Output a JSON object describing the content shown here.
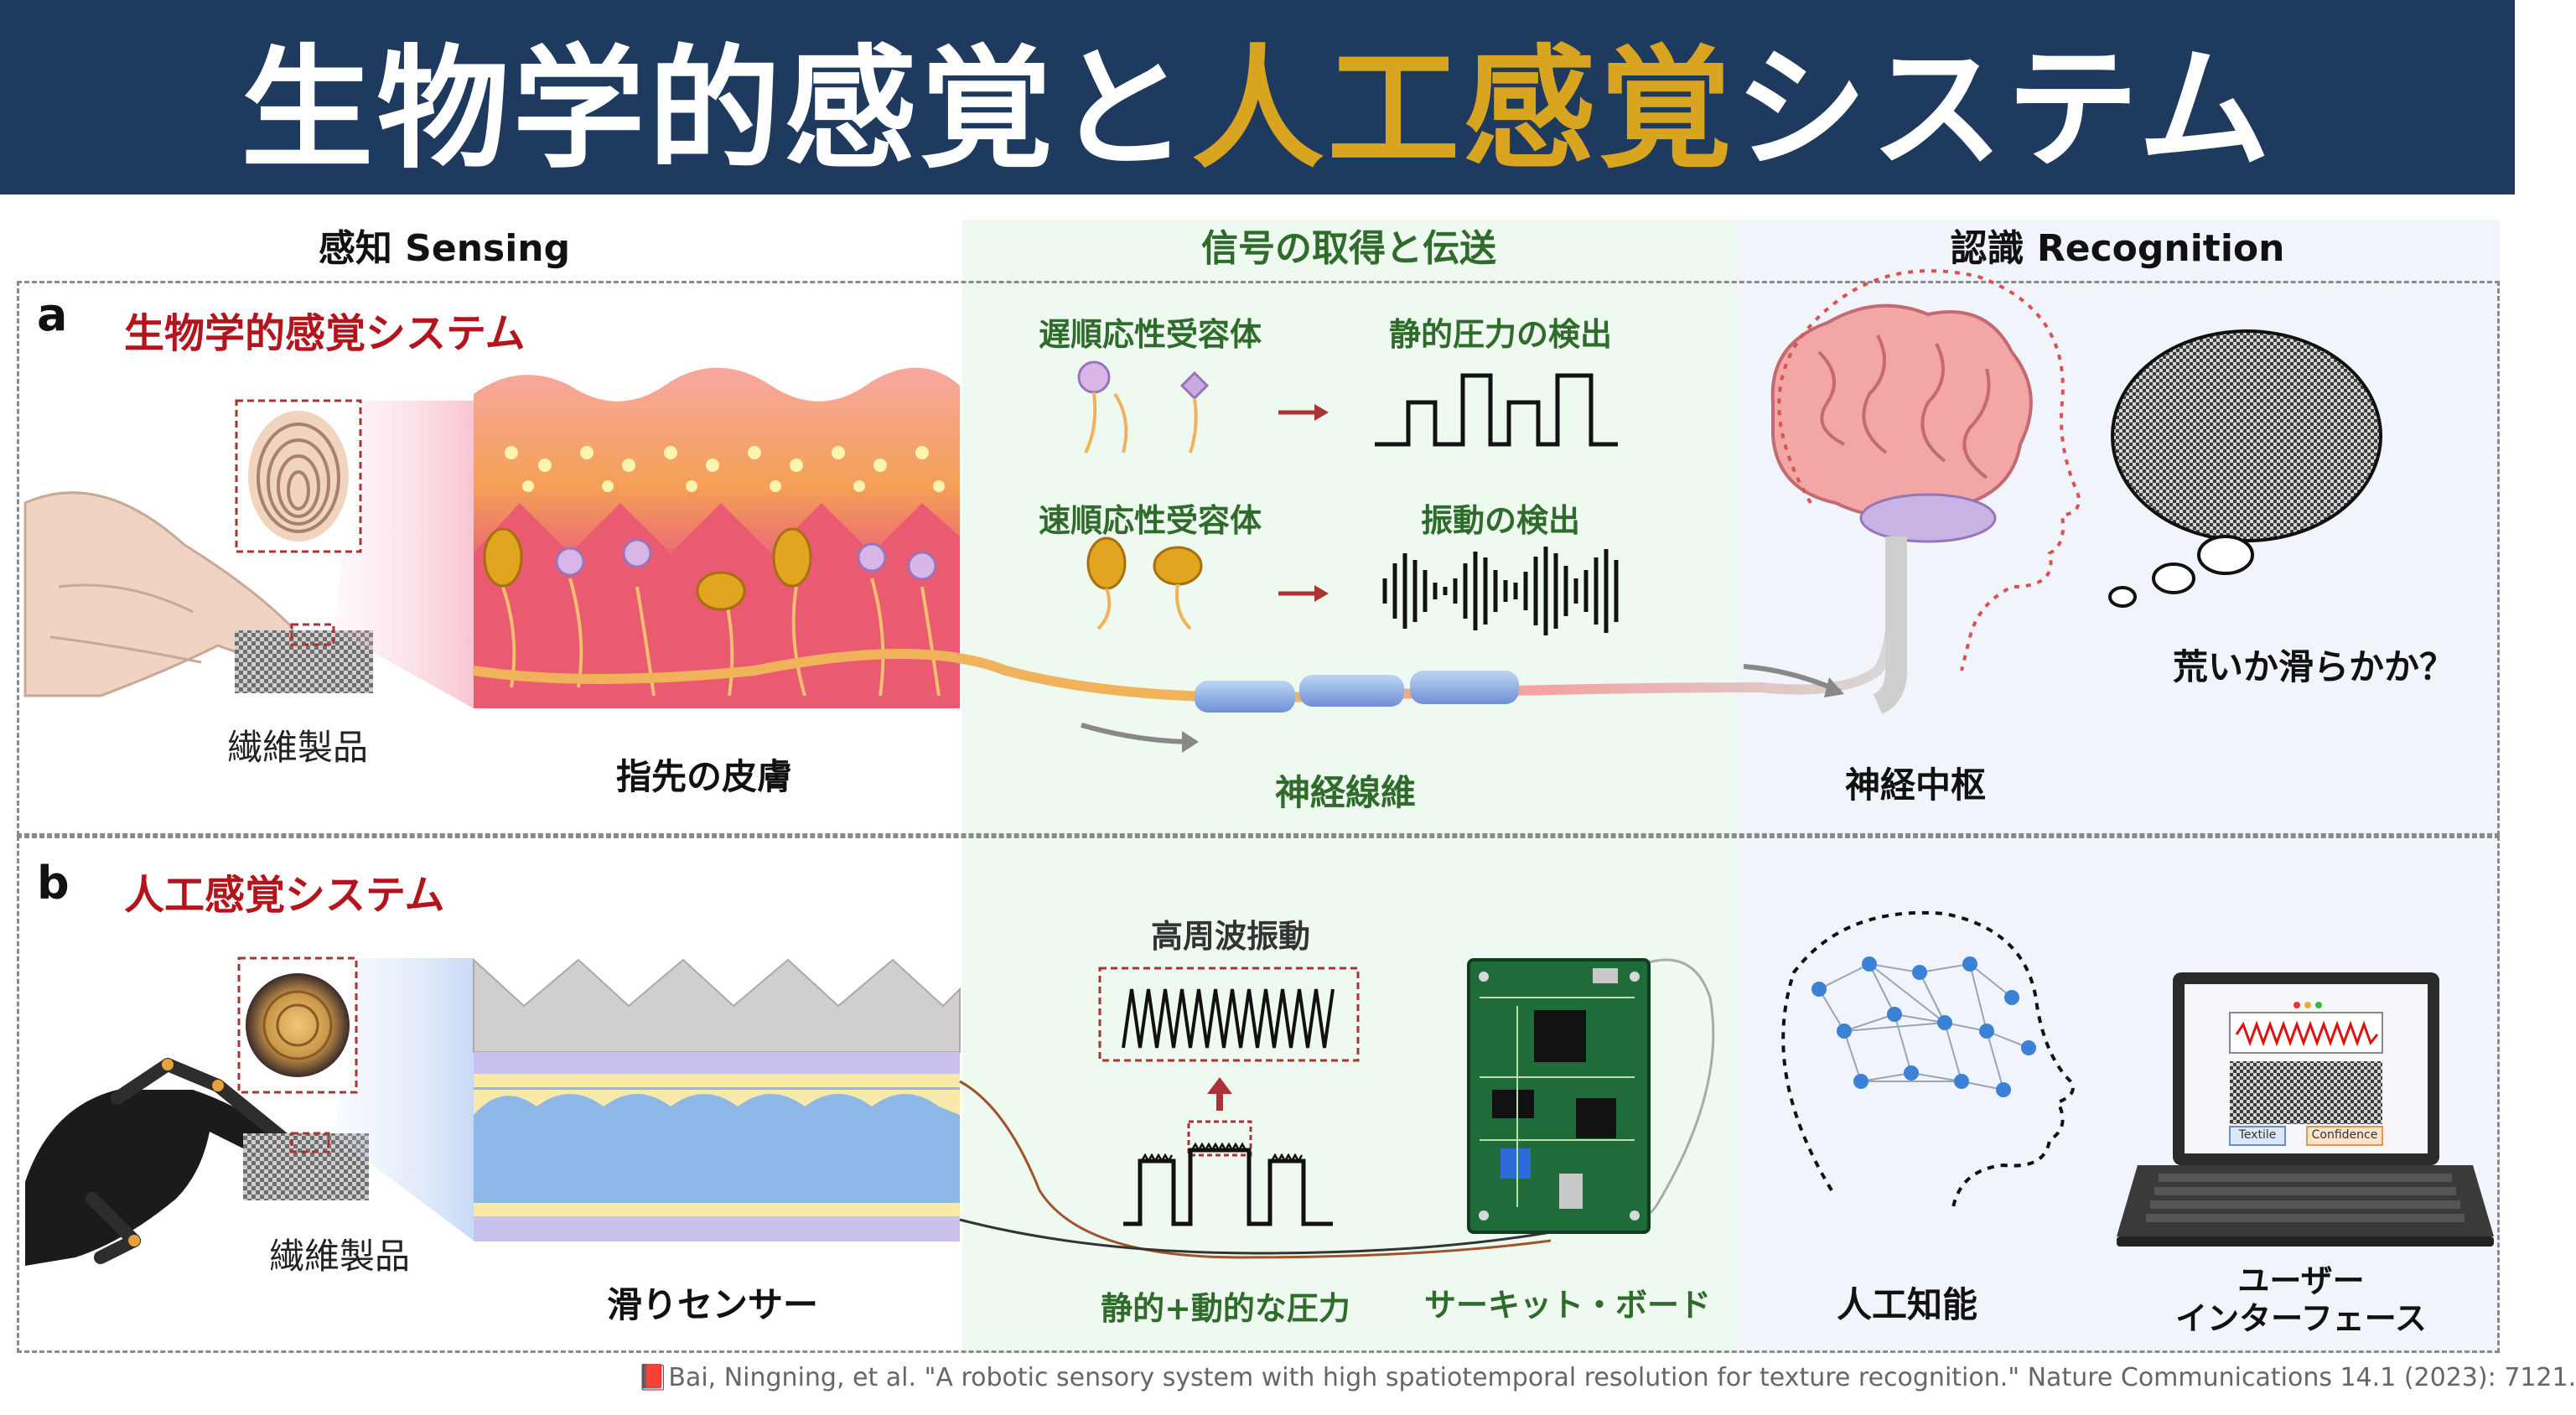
{
  "title": {
    "part1": "生物学的感覚と",
    "part2": "人工感覚",
    "part3": "システム"
  },
  "columns": {
    "sensing": "感知 Sensing",
    "transmission": "信号の取得と伝送",
    "recognition": "認識 Recognition"
  },
  "section_a": {
    "letter": "a",
    "title": "生物学的感覚システム",
    "textile_label": "繊維製品",
    "skin_label": "指先の皮膚",
    "slow_receptor": "遅順応性受容体",
    "static_detect": "静的圧力の検出",
    "fast_receptor": "速順応性受容体",
    "vibration_detect": "振動の検出",
    "nerve_label": "神経線維",
    "cns_label": "神経中枢",
    "question": "荒いか滑らかか？"
  },
  "section_b": {
    "letter": "b",
    "title": "人工感覚システム",
    "textile_label": "繊維製品",
    "sensor_label": "滑りセンサー",
    "hf_vibration": "高周波振動",
    "pressure_label": "静的+動的な圧力",
    "circuit_label": "サーキット・ボード",
    "ai_label": "人工知能",
    "ui_label_1": "ユーザー",
    "ui_label_2": "インターフェース",
    "laptop_tab_1": "Textile",
    "laptop_tab_2": "Confidence"
  },
  "citation": "📕Bai, Ningning, et al. \"A robotic sensory system with high spatiotemporal resolution for texture recognition.\" Nature Communications 14.1 (2023): 7121.",
  "colors": {
    "title_bg": "#1e3a5f",
    "title_highlight": "#d9a520",
    "section_title": "#b3151c",
    "mid_bg": "#eef9f0",
    "right_bg": "#f1f4fb",
    "green_text": "#2f6b2a"
  }
}
